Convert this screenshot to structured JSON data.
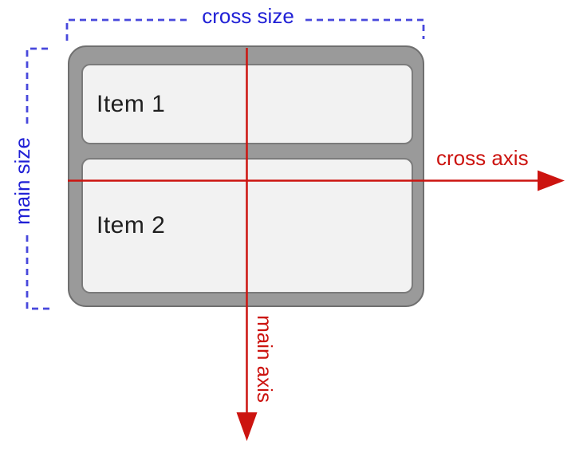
{
  "diagram": {
    "labels": {
      "cross_size": "cross size",
      "main_size": "main size",
      "cross_axis": "cross axis",
      "main_axis": "main axis"
    },
    "items": [
      {
        "label": "Item 1"
      },
      {
        "label": "Item 2"
      }
    ],
    "colors": {
      "size_label_blue": "#2121d6",
      "size_bracket_dash_blue": "#4848dc",
      "axis_red": "#cc1410",
      "container_fill": "#9a9a9a",
      "container_border": "#6f6f6f",
      "item_fill": "#f2f2f2",
      "item_border": "#7b7b7b",
      "item_text": "#1f1f1f",
      "background": "#ffffff"
    }
  }
}
